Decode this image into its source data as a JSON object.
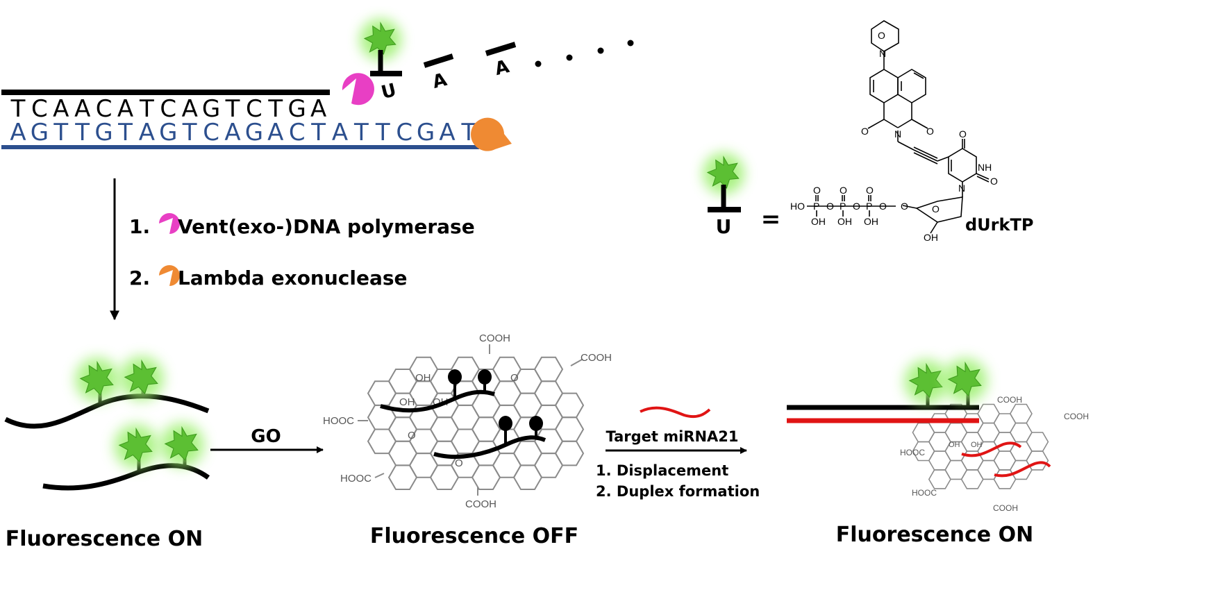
{
  "top_strand": {
    "letters": [
      "T",
      "C",
      "A",
      "A",
      "C",
      "A",
      "T",
      "C",
      "A",
      "G",
      "T",
      "C",
      "T",
      "G",
      "A"
    ],
    "color": "#000000"
  },
  "bottom_strand": {
    "letters": [
      "A",
      "G",
      "T",
      "T",
      "G",
      "T",
      "A",
      "G",
      "T",
      "C",
      "A",
      "G",
      "A",
      "C",
      "T",
      "A",
      "T",
      "T",
      "C",
      "G",
      "A",
      "T"
    ],
    "color": "#2c4f8e"
  },
  "incoming_nucleotides": [
    "U",
    "A",
    "A"
  ],
  "steps": {
    "step1_number": "1.",
    "step1_text": "Vent(exo-)DNA polymerase",
    "step2_number": "2.",
    "step2_text": "Lambda exonuclease"
  },
  "legend": {
    "base": "U",
    "equals": "=",
    "compound_name": "dUrkTP"
  },
  "chem_labels": {
    "ho": "HO",
    "p": "P",
    "o": "O",
    "oh": "OH",
    "n": "N",
    "nh": "NH"
  },
  "go_labels": {
    "cooh": "COOH",
    "hooc": "HOOC",
    "oh": "OH",
    "o": "O"
  },
  "arrows": {
    "go": "GO",
    "target": "Target miRNA21",
    "sub1": "1. Displacement",
    "sub2": "2. Duplex formation"
  },
  "states": {
    "left": "Fluorescence ON",
    "middle": "Fluorescence OFF",
    "right": "Fluorescence ON"
  },
  "colors": {
    "polymerase": "#e83fc4",
    "exonuclease": "#ef8a33",
    "fluorophore": "#63c23a",
    "glow": "#9cf06e",
    "mirna": "#e01414",
    "graphene": "#8a8a8a"
  }
}
